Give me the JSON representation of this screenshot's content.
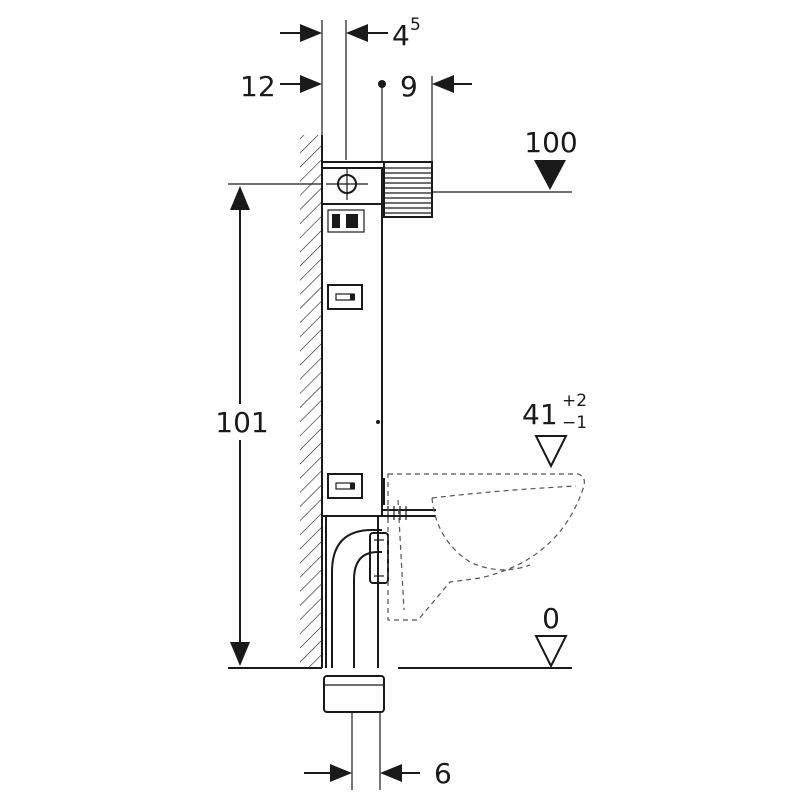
{
  "dimensions": {
    "top_offset_main": "4",
    "top_offset_sup": "5",
    "wall_gap": "12",
    "cistern_depth": "9",
    "height_total": "101",
    "cistern_level": "100",
    "bowl_height_main": "41",
    "bowl_tol_plus": "+2",
    "bowl_tol_minus": "−1",
    "floor_level": "0",
    "drain_offset": "6"
  },
  "icons": [
    "wall-hatch-icon",
    "level-marker-solid-icon",
    "level-marker-hollow-icon",
    "dimension-arrow-icon",
    "drain-pipe-icon",
    "wall-hung-toilet-outline-icon"
  ]
}
